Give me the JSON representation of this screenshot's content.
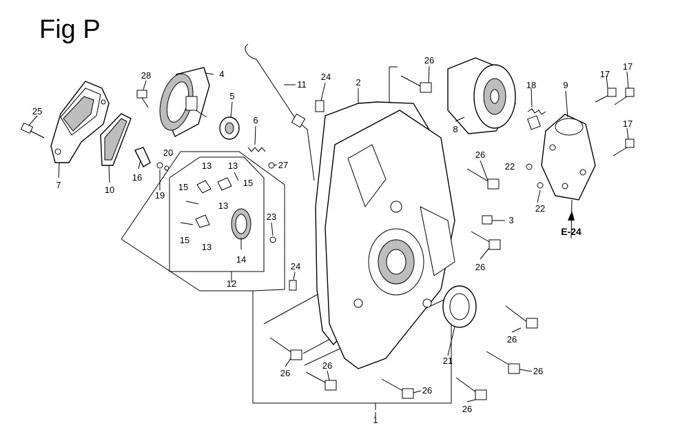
{
  "figure": {
    "title": "Fig P",
    "ref_label": "E-24"
  },
  "callouts": [
    {
      "id": "c1",
      "label": "1"
    },
    {
      "id": "c2",
      "label": "2"
    },
    {
      "id": "c3",
      "label": "3"
    },
    {
      "id": "c4",
      "label": "4"
    },
    {
      "id": "c5",
      "label": "5"
    },
    {
      "id": "c6",
      "label": "6"
    },
    {
      "id": "c7",
      "label": "7"
    },
    {
      "id": "c8",
      "label": "8"
    },
    {
      "id": "c9",
      "label": "9"
    },
    {
      "id": "c10",
      "label": "10"
    },
    {
      "id": "c11",
      "label": "11"
    },
    {
      "id": "c12",
      "label": "12"
    },
    {
      "id": "c13a",
      "label": "13"
    },
    {
      "id": "c13b",
      "label": "13"
    },
    {
      "id": "c13c",
      "label": "13"
    },
    {
      "id": "c13d",
      "label": "13"
    },
    {
      "id": "c14",
      "label": "14"
    },
    {
      "id": "c15a",
      "label": "15"
    },
    {
      "id": "c15b",
      "label": "15"
    },
    {
      "id": "c15c",
      "label": "15"
    },
    {
      "id": "c16",
      "label": "16"
    },
    {
      "id": "c17a",
      "label": "17"
    },
    {
      "id": "c17b",
      "label": "17"
    },
    {
      "id": "c17c",
      "label": "17"
    },
    {
      "id": "c18",
      "label": "18"
    },
    {
      "id": "c19",
      "label": "19"
    },
    {
      "id": "c20",
      "label": "20"
    },
    {
      "id": "c21",
      "label": "21"
    },
    {
      "id": "c22a",
      "label": "22"
    },
    {
      "id": "c22b",
      "label": "22"
    },
    {
      "id": "c23",
      "label": "23"
    },
    {
      "id": "c24a",
      "label": "24"
    },
    {
      "id": "c24b",
      "label": "24"
    },
    {
      "id": "c25",
      "label": "25"
    },
    {
      "id": "c26a",
      "label": "26"
    },
    {
      "id": "c26b",
      "label": "26"
    },
    {
      "id": "c26c",
      "label": "26"
    },
    {
      "id": "c26d",
      "label": "26"
    },
    {
      "id": "c26e",
      "label": "26"
    },
    {
      "id": "c26f",
      "label": "26"
    },
    {
      "id": "c26g",
      "label": "26"
    },
    {
      "id": "c26h",
      "label": "26"
    },
    {
      "id": "c26i",
      "label": "26"
    },
    {
      "id": "c27",
      "label": "27"
    },
    {
      "id": "c28",
      "label": "28"
    }
  ]
}
